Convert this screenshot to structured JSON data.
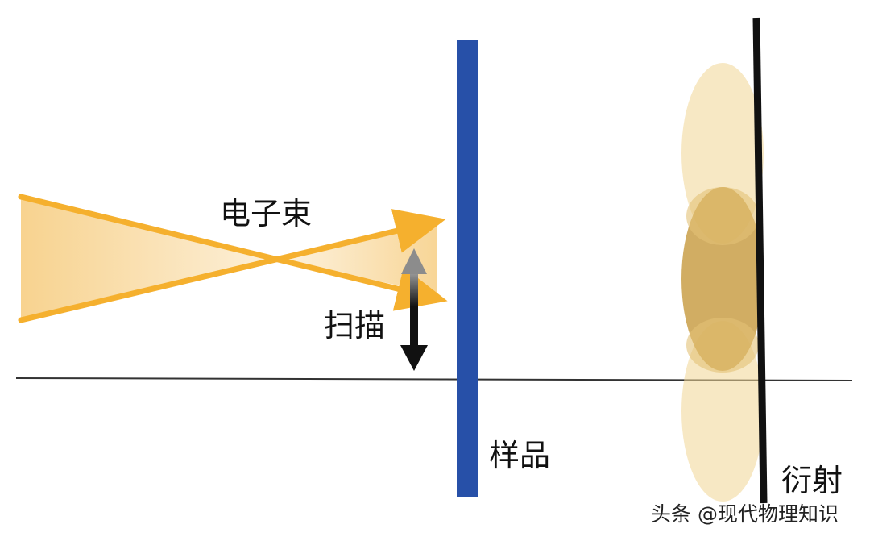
{
  "labels": {
    "electron_beam": "电子束",
    "scan": "扫描",
    "sample": "样品",
    "diffraction": "衍射"
  },
  "watermark": "头条 @现代物理知识",
  "colors": {
    "beam": "#F5B02E",
    "sample": "#2750A8",
    "diffraction_light": "#F6E3B5",
    "diffraction_dark": "#B88A2E",
    "detector": "#111111",
    "axis": "#333333",
    "scan_arrow": "#111111"
  }
}
